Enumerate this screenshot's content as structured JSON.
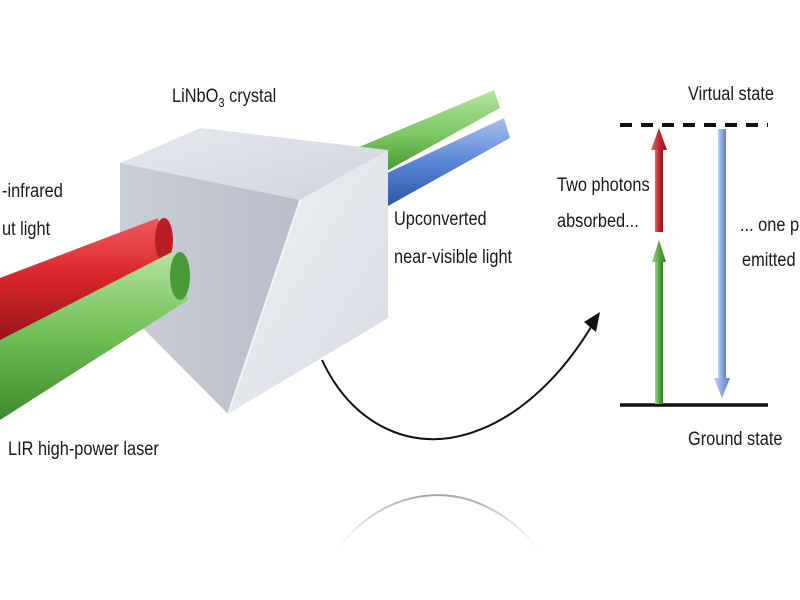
{
  "labels": {
    "crystal": {
      "prefix": "LiNbO",
      "subscript": "3",
      "suffix": " crystal"
    },
    "mid_infrared": "-infrared",
    "input_light": "ut light",
    "pump_laser": "LIR high-power laser",
    "upconverted": "Upconverted",
    "near_visible": "near-visible light",
    "virtual_state": "Virtual state",
    "ground_state": "Ground state",
    "two_photons": "Two photons",
    "absorbed": "absorbed...",
    "one_photon": "... one ph",
    "emitted": "emitted"
  },
  "colors": {
    "red_beam": "#d9262b",
    "green_beam": "#5fb04a",
    "blue_beam": "#4a78c8",
    "crystal_front": "#dfe3ea",
    "arrow_red": "#c0272d",
    "arrow_green": "#55a845",
    "arrow_blue": "#7e9bd4"
  }
}
